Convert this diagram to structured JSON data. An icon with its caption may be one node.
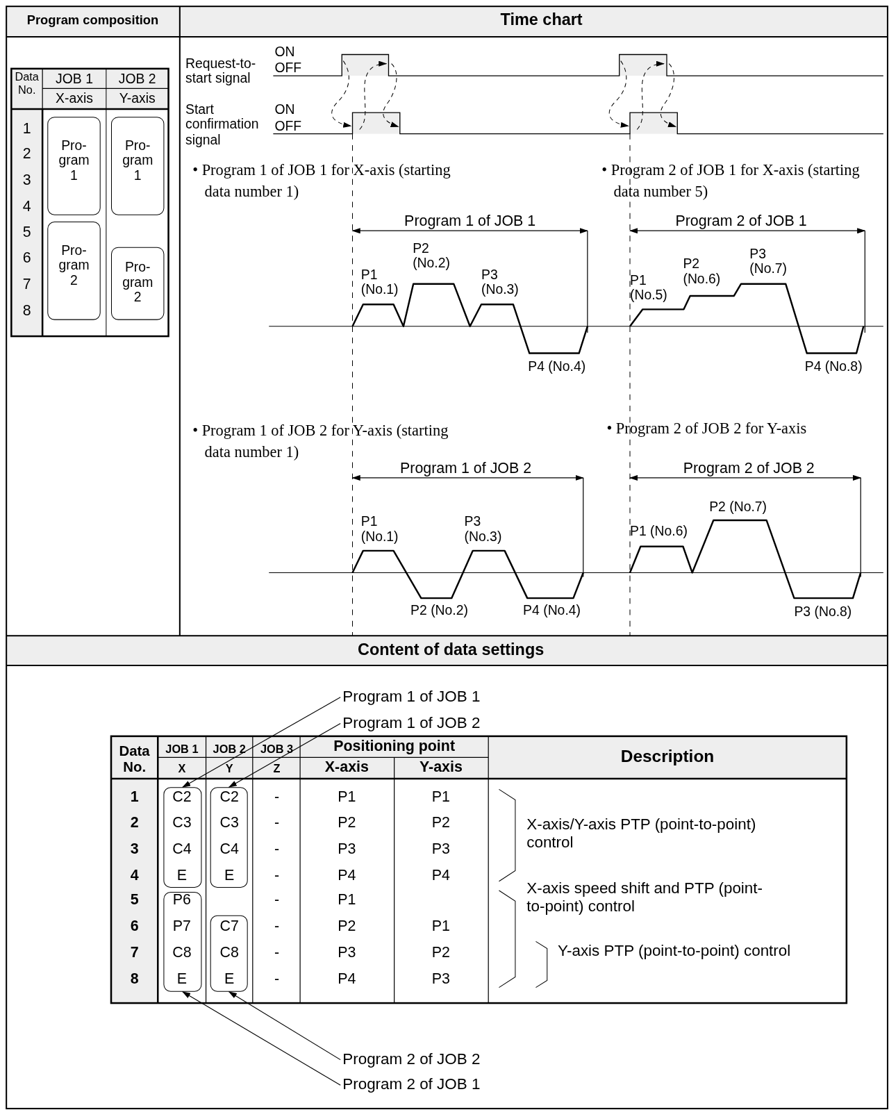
{
  "diagram": {
    "nodes": [
      {
        "text": [
          "Pro- gram 1"
        ]
      },
      {
        "text": [
          "Pro- gram 1"
        ]
      },
      {
        "text": [
          "Pro- gram 2"
        ]
      },
      {
        "text": [
          "Pro- gram 2"
        ]
      },
      {
        "text": [
          "Program 1 of JOB 1"
        ]
      },
      {
        "text": [
          "Program 1 of JOB 2"
        ]
      },
      {
        "text": [],
        "shape": "box"
      },
      {
        "text": [],
        "shape": "box"
      },
      {
        "text": [],
        "shape": "box"
      },
      {
        "text": [],
        "shape": "box"
      },
      {
        "text": [
          "Program 2 of JOB 2"
        ]
      },
      {
        "text": [
          "Program 2 of JOB 1"
        ]
      }
    ],
    "edges": [
      {
        "from": 4,
        "to": 6,
        "arrow": "to"
      },
      {
        "from": 5,
        "to": 7,
        "arrow": "to"
      },
      {
        "from": 10,
        "to": 9,
        "arrow": "to"
      },
      {
        "from": 11,
        "to": 8,
        "arrow": "to"
      }
    ],
    "labels": [
      "Program composition",
      "Time chart",
      "Data No.",
      "JOB 1",
      "JOB 2",
      "X-axis",
      "Y-axis",
      "1",
      "2",
      "3",
      "4",
      "5",
      "6",
      "7",
      "8",
      "Request-to-start signal",
      "ON",
      "OFF",
      "Start confirmation signal",
      "ON",
      "OFF",
      "• Program 1 of JOB 1 for X-axis (starting data number 1)",
      "• Program 2 of JOB 1 for X-axis (starting data number 5)",
      "Program 1 of JOB 1",
      "Program 2 of JOB 1",
      "P1 (No.1)",
      "P2 (No.2)",
      "P3 (No.3)",
      "P4 (No.4)",
      "P1 (No.5)",
      "P2 (No.6)",
      "P3 (No.7)",
      "P4 (No.8)",
      "• Program 1 of JOB 2 for Y-axis (starting data number 1)",
      "• Program 2 of JOB 2 for Y-axis",
      "Program 1 of JOB 2",
      "Program 2 of JOB 2",
      "P1 (No.1)",
      "P3 (No.3)",
      "P2 (No.2)",
      "P4 (No.4)",
      "P2 (No.7)",
      "P1 (No.6)",
      "P3 (No.8)",
      "Content of data settings",
      "Data No.",
      "JOB 1",
      "JOB 2",
      "JOB 3",
      "Positioning point",
      "Description",
      "X",
      "Y",
      "Z",
      "X-axis",
      "Y-axis",
      "1",
      "C2",
      "C2",
      "-",
      "P1",
      "P1",
      "2",
      "C3",
      "C3",
      "-",
      "P2",
      "P2",
      "3",
      "C4",
      "C4",
      "-",
      "P3",
      "P3",
      "4",
      "E",
      "E",
      "-",
      "P4",
      "P4",
      "5",
      "P6",
      "-",
      "P1",
      "6",
      "P7",
      "C7",
      "-",
      "P2",
      "P1",
      "7",
      "C8",
      "C8",
      "-",
      "P3",
      "P2",
      "8",
      "E",
      "E",
      "-",
      "P4",
      "P3",
      "X-axis/Y-axis PTP (point-to-point) control",
      "X-axis speed shift and PTP (point-to-point) control",
      "Y-axis PTP (point-to-point) control"
    ]
  }
}
